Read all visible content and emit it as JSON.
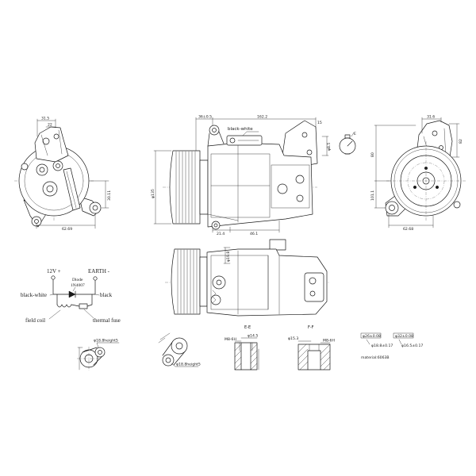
{
  "rear_view": {
    "dim_width": "31.5",
    "dim_offset": "22",
    "dim_span": "62.69",
    "dim_height": "30.11"
  },
  "side_view": {
    "dim_offset": "36±0.5",
    "dim_length": "162.2",
    "dim_fitting": "15",
    "wire_label": "black-white",
    "dim_pulley": "φ135",
    "dim_lug": "21.4",
    "dim_mount": "46.1",
    "dim_port": "φ8.5"
  },
  "gauge": {
    "mark": "E"
  },
  "front_view": {
    "dim_width": "31.6",
    "dim_bracket": "82",
    "dim_span": "62.68",
    "dim_upper": "80",
    "dim_lower": "101.1"
  },
  "top_view": {
    "dim_port": "φ19.8"
  },
  "wiring": {
    "positive": "12V +",
    "earth": "EARTH -",
    "diode": "Diode",
    "diode_part": "1N4007",
    "wire_left": "black-white",
    "wire_right": "black",
    "coil": "field coil",
    "fuse": "thermal fuse"
  },
  "details": {
    "detail_a": "φ18.8height5",
    "detail_b": "φ18.8height5"
  },
  "sections": {
    "e_label": "E-E",
    "e_thread": "M8-6H",
    "e_dia": "φ14.5",
    "f_label": "F-F",
    "f_dia": "φ15.3",
    "f_thread": "M8-6H"
  },
  "fittings": {
    "dia_1": "φ26±0.08",
    "dia_2": "φ32±0.08",
    "dia_3": "φ18.8±0.17",
    "dia_4": "φ16.5±0.17",
    "material": "material:6063B"
  }
}
